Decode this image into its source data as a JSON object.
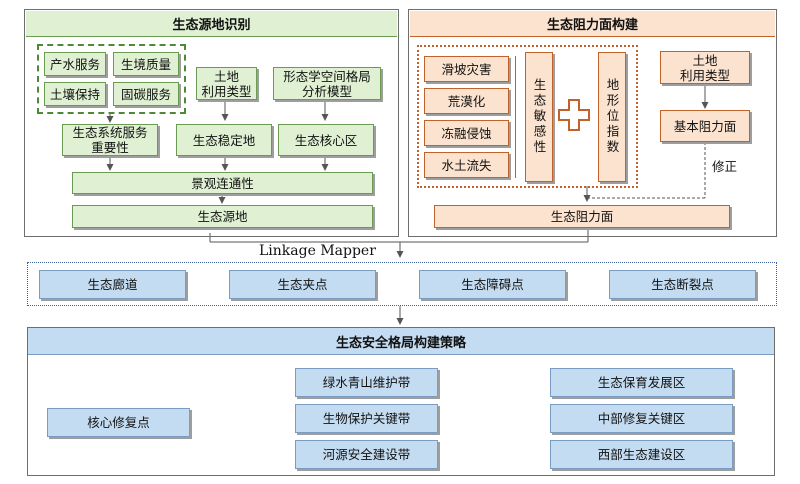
{
  "source_panel": {
    "title": "生态源地识别",
    "services": [
      "产水服务",
      "生境质量",
      "土壤保持",
      "固碳服务"
    ],
    "land_use": "土地\n利用类型",
    "msp_model": "形态学空间格局\n分析模型",
    "importance": "生态系统服务\n重要性",
    "stable_land": "生态稳定地",
    "core_area": "生态核心区",
    "connectivity": "景观连通性",
    "source": "生态源地"
  },
  "resistance_panel": {
    "title": "生态阻力面构建",
    "hazards": [
      "滑坡灾害",
      "荒漠化",
      "冻融侵蚀",
      "水土流失"
    ],
    "sensitivity": "生态敏感性",
    "terrain_index": "地形位指数",
    "land_use": "土地\n利用类型",
    "base_resistance": "基本阻力面",
    "correction": "修正",
    "resistance": "生态阻力面"
  },
  "tool_label": "Linkage Mapper",
  "elements": [
    "生态廊道",
    "生态夹点",
    "生态障碍点",
    "生态断裂点"
  ],
  "strategy_panel": {
    "title": "生态安全格局构建策略",
    "core_points": "核心修复点",
    "belts": [
      "绿水青山维护带",
      "生物保护关键带",
      "河源安全建设带"
    ],
    "zones": [
      "生态保育发展区",
      "中部修复关键区",
      "西部生态建设区"
    ]
  },
  "colors": {
    "green_fill": "#dff0d3",
    "green_border": "#6b9a52",
    "orange_fill": "#fbe3cf",
    "orange_border": "#c0622a",
    "blue_fill": "#c4dcf1",
    "blue_border": "#7a9cc0"
  }
}
